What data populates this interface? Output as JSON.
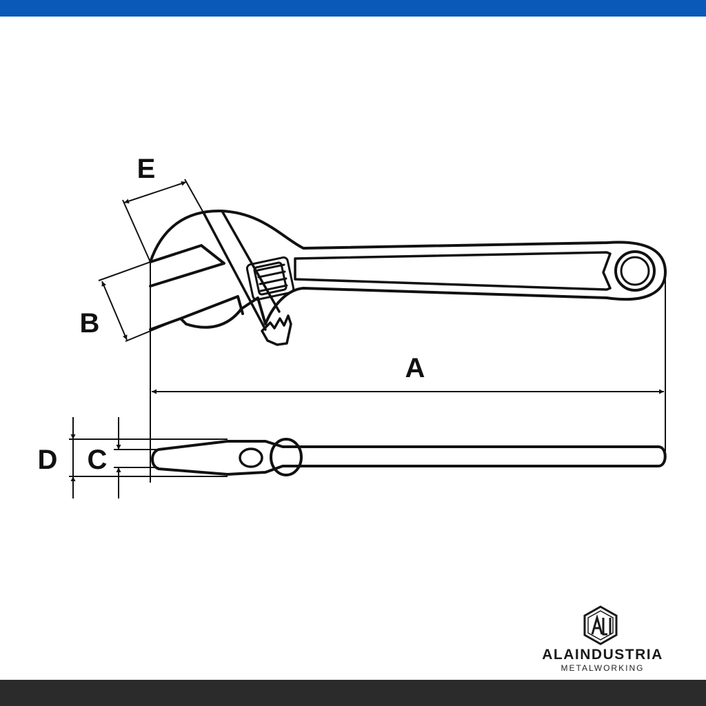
{
  "colors": {
    "top_bar": "#0a58b8",
    "bottom_bar": "#2b2b2b",
    "line": "#111111"
  },
  "dimensions": {
    "a": "A",
    "b": "B",
    "c": "C",
    "d": "D",
    "e": "E"
  },
  "logo": {
    "name": "ALAINDUSTRIA",
    "tagline": "METALWORKING",
    "emblem": "hexagon-ali-monogram-icon",
    "emblem_text": "ALI"
  }
}
